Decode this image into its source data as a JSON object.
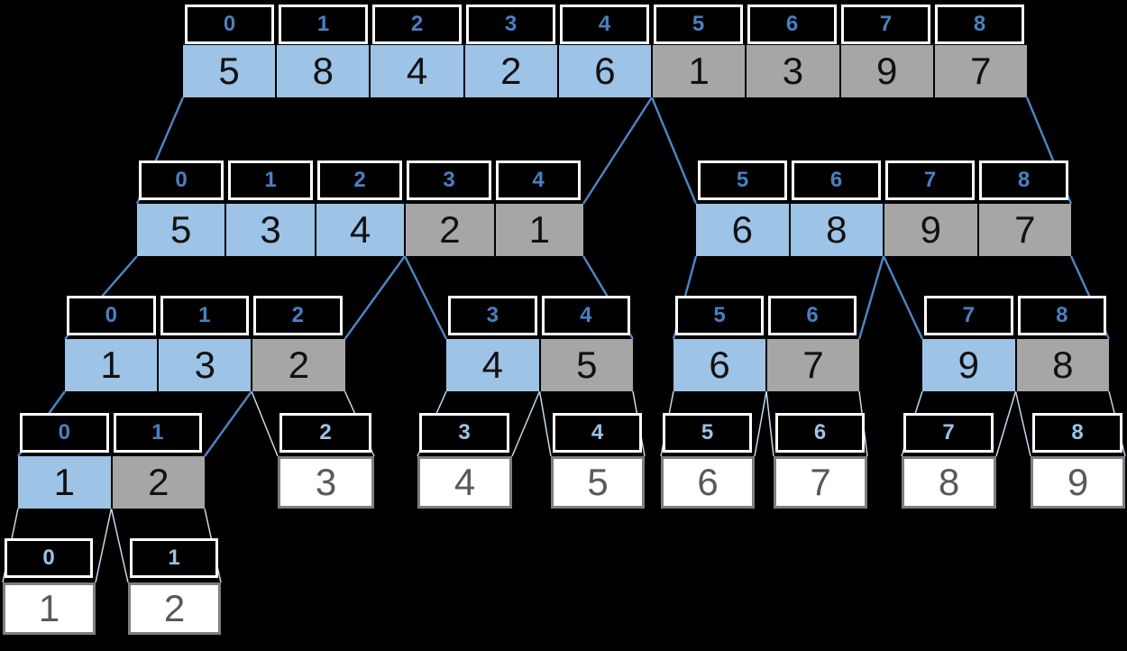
{
  "diagram": {
    "colors": {
      "background": "#000000",
      "left_partition_fill": "#9DC3E6",
      "right_partition_fill": "#A6A6A6",
      "merged_leaf_fill": "#FFFFFF",
      "index_text_strong": "#4A80C2",
      "index_text_light": "#9DC3E6",
      "index_box_border": "#FFFFFF",
      "leaf_border": "#7F7F7F",
      "value_text_dark": "#111111",
      "value_text_gray": "#595959",
      "line_strong": "#4E86C6",
      "line_light": "#C5D9ED"
    },
    "nodes": [
      {
        "id": "root",
        "indices": [
          "0",
          "1",
          "2",
          "3",
          "4",
          "5",
          "6",
          "7",
          "8"
        ],
        "values": [
          "5",
          "8",
          "4",
          "2",
          "6",
          "1",
          "3",
          "9",
          "7"
        ],
        "fills": [
          "blue",
          "blue",
          "blue",
          "blue",
          "blue",
          "gray",
          "gray",
          "gray",
          "gray"
        ]
      },
      {
        "id": "l2-left",
        "indices": [
          "0",
          "1",
          "2",
          "3",
          "4"
        ],
        "values": [
          "5",
          "3",
          "4",
          "2",
          "1"
        ],
        "fills": [
          "blue",
          "blue",
          "blue",
          "gray",
          "gray"
        ]
      },
      {
        "id": "l2-right",
        "indices": [
          "5",
          "6",
          "7",
          "8"
        ],
        "values": [
          "6",
          "8",
          "9",
          "7"
        ],
        "fills": [
          "blue",
          "blue",
          "gray",
          "gray"
        ]
      },
      {
        "id": "l3-a",
        "indices": [
          "0",
          "1",
          "2"
        ],
        "values": [
          "1",
          "3",
          "2"
        ],
        "fills": [
          "blue",
          "blue",
          "gray"
        ]
      },
      {
        "id": "l3-b",
        "indices": [
          "3",
          "4"
        ],
        "values": [
          "4",
          "5"
        ],
        "fills": [
          "blue",
          "gray"
        ]
      },
      {
        "id": "l3-c",
        "indices": [
          "5",
          "6"
        ],
        "values": [
          "6",
          "7"
        ],
        "fills": [
          "blue",
          "gray"
        ]
      },
      {
        "id": "l3-d",
        "indices": [
          "7",
          "8"
        ],
        "values": [
          "9",
          "8"
        ],
        "fills": [
          "blue",
          "gray"
        ]
      },
      {
        "id": "l4-a",
        "indices": [
          "0",
          "1"
        ],
        "values": [
          "1",
          "2"
        ],
        "fills": [
          "blue",
          "gray"
        ]
      },
      {
        "id": "l4-b",
        "indices": [
          "2"
        ],
        "values": [
          "3"
        ],
        "fills": [
          "white"
        ]
      },
      {
        "id": "l4-c",
        "indices": [
          "3"
        ],
        "values": [
          "4"
        ],
        "fills": [
          "white"
        ]
      },
      {
        "id": "l4-d",
        "indices": [
          "4"
        ],
        "values": [
          "5"
        ],
        "fills": [
          "white"
        ]
      },
      {
        "id": "l4-e",
        "indices": [
          "5"
        ],
        "values": [
          "6"
        ],
        "fills": [
          "white"
        ]
      },
      {
        "id": "l4-f",
        "indices": [
          "6"
        ],
        "values": [
          "7"
        ],
        "fills": [
          "white"
        ]
      },
      {
        "id": "l4-g",
        "indices": [
          "7"
        ],
        "values": [
          "8"
        ],
        "fills": [
          "white"
        ]
      },
      {
        "id": "l4-h",
        "indices": [
          "8"
        ],
        "values": [
          "9"
        ],
        "fills": [
          "white"
        ]
      },
      {
        "id": "l5-a",
        "indices": [
          "0"
        ],
        "values": [
          "1"
        ],
        "fills": [
          "white"
        ]
      },
      {
        "id": "l5-b",
        "indices": [
          "1"
        ],
        "values": [
          "2"
        ],
        "fills": [
          "white"
        ]
      }
    ],
    "edges": [
      {
        "from": "root",
        "fromAnchor": "bottom-left",
        "to": "l2-left",
        "toAnchor": "top-left",
        "style": "strong"
      },
      {
        "from": "root",
        "fromAnchor": "split",
        "to": "l2-left",
        "toAnchor": "top-right",
        "style": "strong"
      },
      {
        "from": "root",
        "fromAnchor": "split",
        "to": "l2-right",
        "toAnchor": "top-left",
        "style": "strong"
      },
      {
        "from": "root",
        "fromAnchor": "bottom-right",
        "to": "l2-right",
        "toAnchor": "top-right",
        "style": "strong"
      },
      {
        "from": "l2-left",
        "fromAnchor": "bottom-left",
        "to": "l3-a",
        "toAnchor": "top-left",
        "style": "strong"
      },
      {
        "from": "l2-left",
        "fromAnchor": "split",
        "to": "l3-a",
        "toAnchor": "top-right",
        "style": "strong"
      },
      {
        "from": "l2-left",
        "fromAnchor": "split",
        "to": "l3-b",
        "toAnchor": "top-left",
        "style": "strong"
      },
      {
        "from": "l2-left",
        "fromAnchor": "bottom-right",
        "to": "l3-b",
        "toAnchor": "top-right",
        "style": "strong"
      },
      {
        "from": "l2-right",
        "fromAnchor": "bottom-left",
        "to": "l3-c",
        "toAnchor": "top-left",
        "style": "strong"
      },
      {
        "from": "l2-right",
        "fromAnchor": "split",
        "to": "l3-c",
        "toAnchor": "top-right",
        "style": "strong"
      },
      {
        "from": "l2-right",
        "fromAnchor": "split",
        "to": "l3-d",
        "toAnchor": "top-left",
        "style": "strong"
      },
      {
        "from": "l2-right",
        "fromAnchor": "bottom-right",
        "to": "l3-d",
        "toAnchor": "top-right",
        "style": "strong"
      },
      {
        "from": "l3-a",
        "fromAnchor": "bottom-left",
        "to": "l4-a",
        "toAnchor": "top-left",
        "style": "strong"
      },
      {
        "from": "l3-a",
        "fromAnchor": "split",
        "to": "l4-a",
        "toAnchor": "top-right",
        "style": "strong"
      },
      {
        "from": "l3-a",
        "fromAnchor": "split",
        "to": "l4-b",
        "toAnchor": "top-left",
        "style": "light"
      },
      {
        "from": "l3-a",
        "fromAnchor": "bottom-right",
        "to": "l4-b",
        "toAnchor": "top-right",
        "style": "light"
      },
      {
        "from": "l3-b",
        "fromAnchor": "bottom-left",
        "to": "l4-c",
        "toAnchor": "top-left",
        "style": "light"
      },
      {
        "from": "l3-b",
        "fromAnchor": "split",
        "to": "l4-c",
        "toAnchor": "top-right",
        "style": "light"
      },
      {
        "from": "l3-b",
        "fromAnchor": "split",
        "to": "l4-d",
        "toAnchor": "top-left",
        "style": "light"
      },
      {
        "from": "l3-b",
        "fromAnchor": "bottom-right",
        "to": "l4-d",
        "toAnchor": "top-right",
        "style": "light"
      },
      {
        "from": "l3-c",
        "fromAnchor": "bottom-left",
        "to": "l4-e",
        "toAnchor": "top-left",
        "style": "light"
      },
      {
        "from": "l3-c",
        "fromAnchor": "split",
        "to": "l4-e",
        "toAnchor": "top-right",
        "style": "light"
      },
      {
        "from": "l3-c",
        "fromAnchor": "split",
        "to": "l4-f",
        "toAnchor": "top-left",
        "style": "light"
      },
      {
        "from": "l3-c",
        "fromAnchor": "bottom-right",
        "to": "l4-f",
        "toAnchor": "top-right",
        "style": "light"
      },
      {
        "from": "l3-d",
        "fromAnchor": "bottom-left",
        "to": "l4-g",
        "toAnchor": "top-left",
        "style": "light"
      },
      {
        "from": "l3-d",
        "fromAnchor": "split",
        "to": "l4-g",
        "toAnchor": "top-right",
        "style": "light"
      },
      {
        "from": "l3-d",
        "fromAnchor": "split",
        "to": "l4-h",
        "toAnchor": "top-left",
        "style": "light"
      },
      {
        "from": "l3-d",
        "fromAnchor": "bottom-right",
        "to": "l4-h",
        "toAnchor": "top-right",
        "style": "light"
      },
      {
        "from": "l4-a",
        "fromAnchor": "bottom-left",
        "to": "l5-a",
        "toAnchor": "top-left",
        "style": "light"
      },
      {
        "from": "l4-a",
        "fromAnchor": "split",
        "to": "l5-a",
        "toAnchor": "top-right",
        "style": "light"
      },
      {
        "from": "l4-a",
        "fromAnchor": "split",
        "to": "l5-b",
        "toAnchor": "top-left",
        "style": "light"
      },
      {
        "from": "l4-a",
        "fromAnchor": "bottom-right",
        "to": "l5-b",
        "toAnchor": "top-right",
        "style": "light"
      }
    ]
  }
}
